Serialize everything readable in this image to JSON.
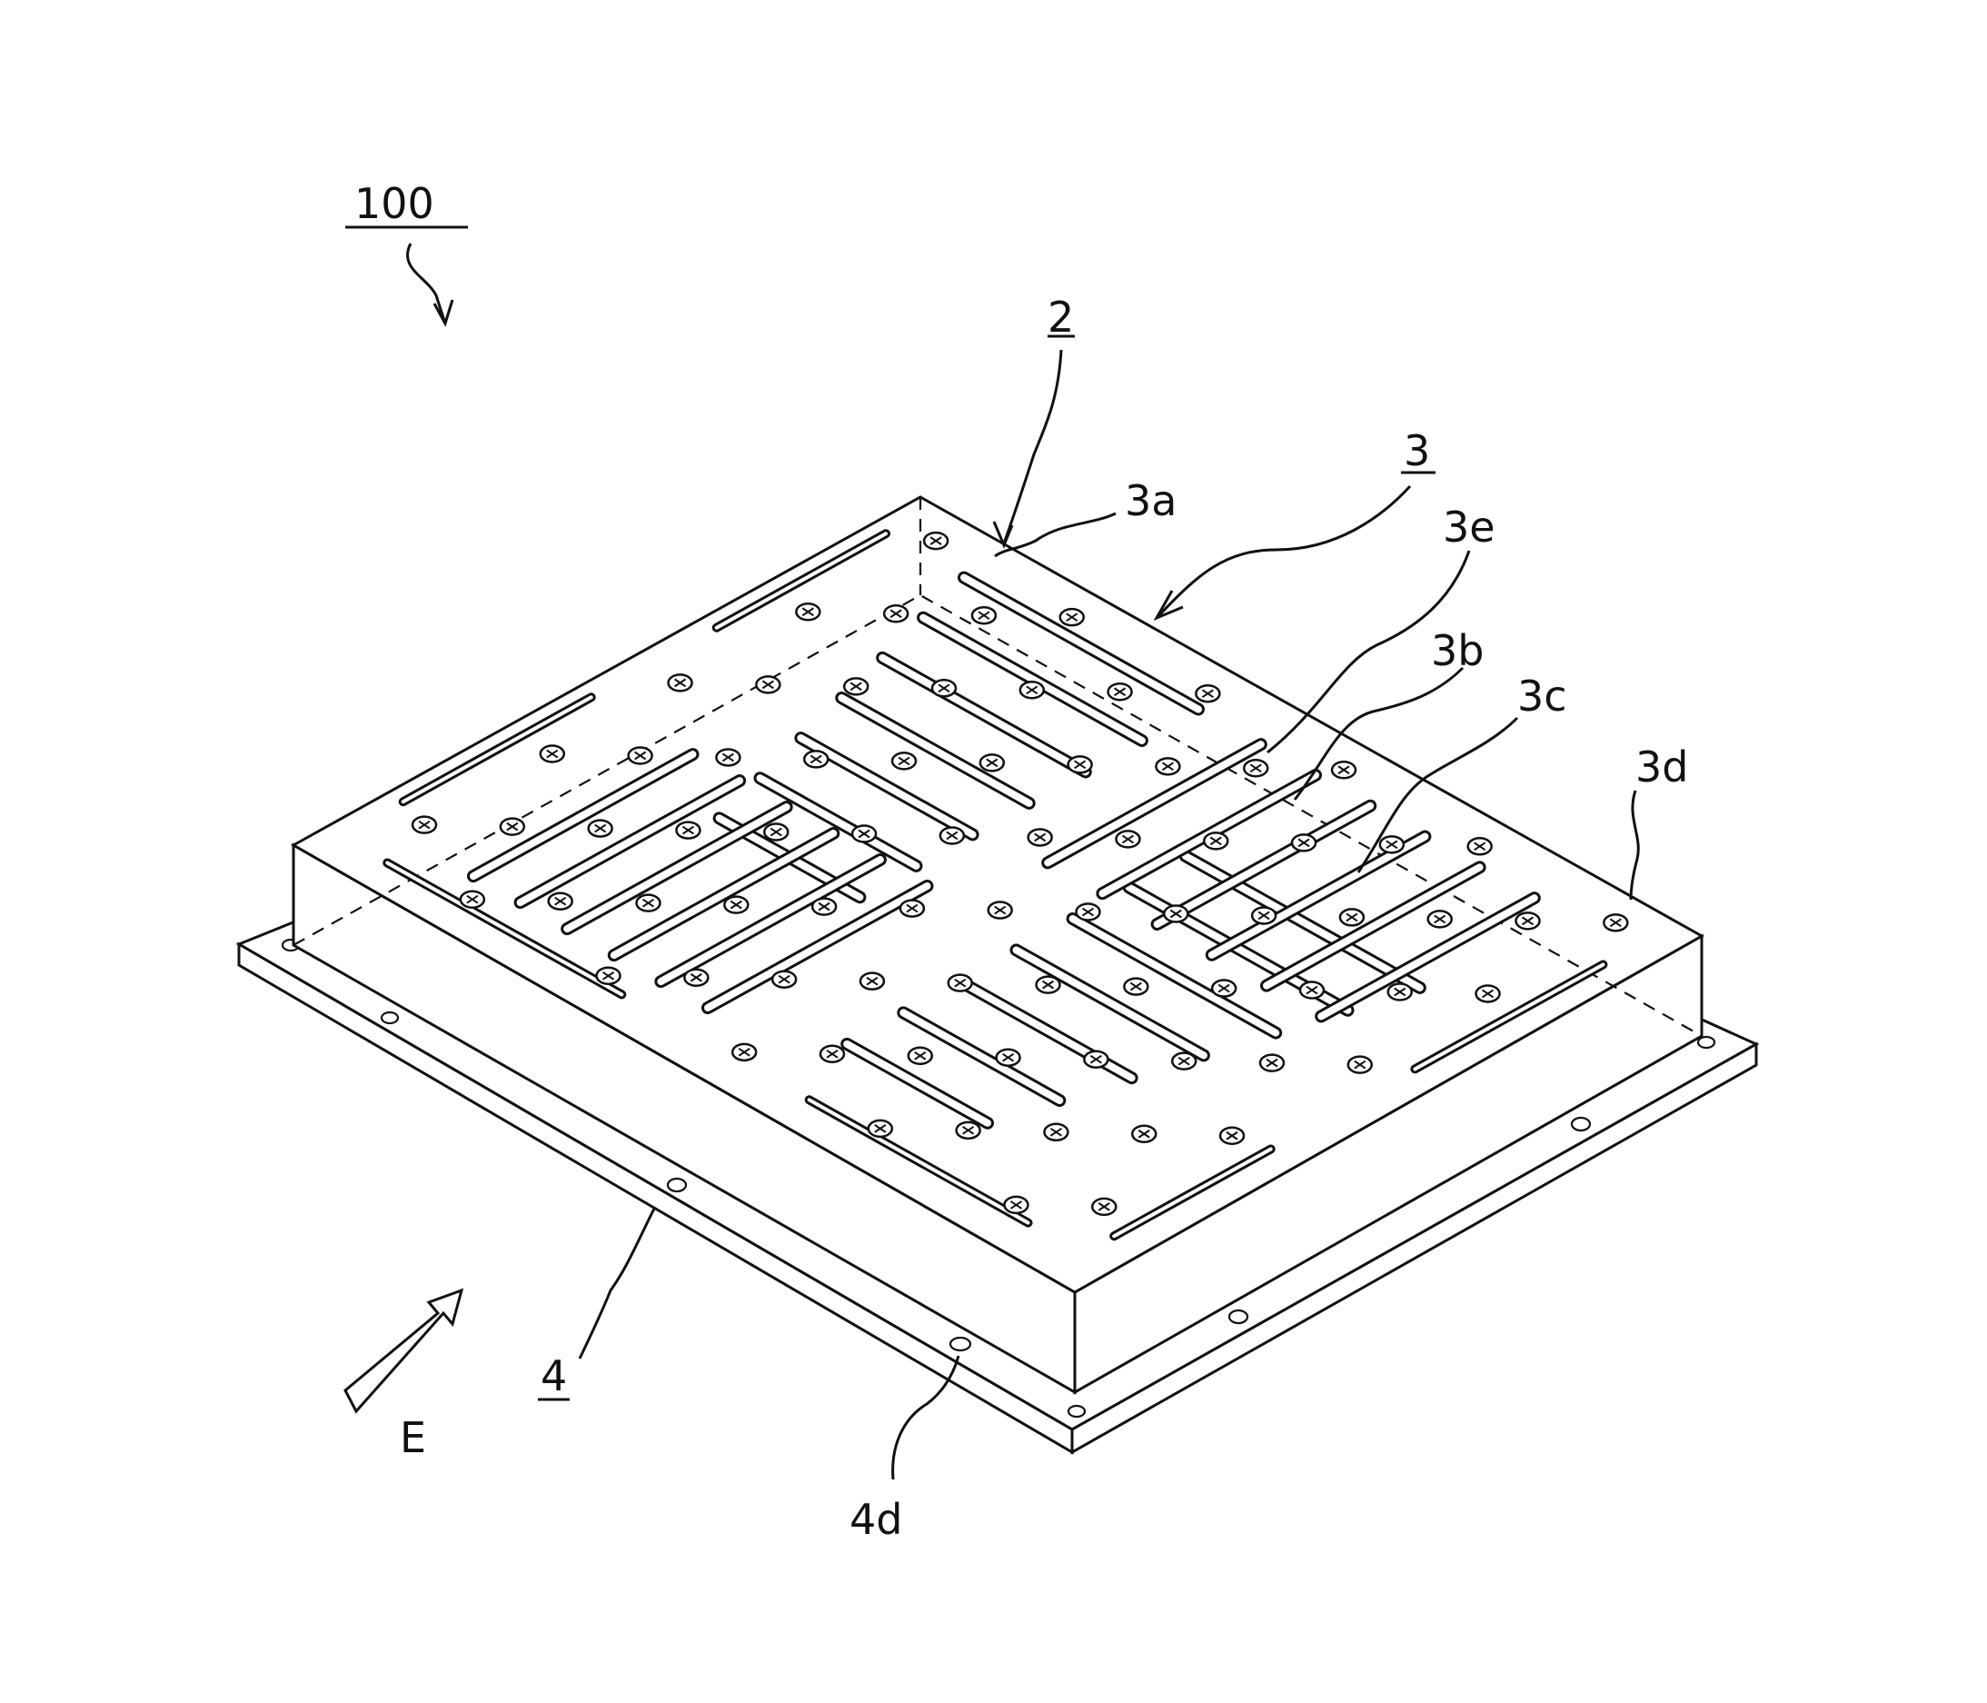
{
  "labels": {
    "assembly": "100",
    "part_2": "2",
    "part_3": "3",
    "part_3a": "3a",
    "part_3e": "3e",
    "part_3b": "3b",
    "part_3c": "3c",
    "part_3d": "3d",
    "part_4": "4",
    "part_4d": "4d",
    "direction_arrow": "E"
  },
  "colors": {
    "ink": "#111111",
    "paper": "#ffffff"
  }
}
